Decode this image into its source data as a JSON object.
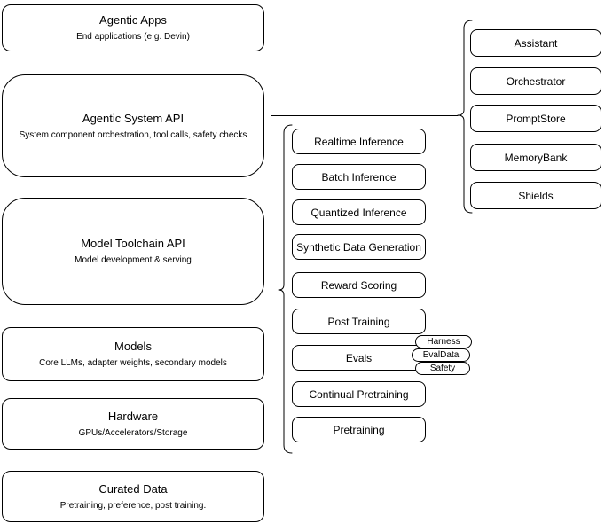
{
  "colors": {
    "stroke": "#000000",
    "background": "#ffffff",
    "text": "#000000"
  },
  "left_column": {
    "boxes": [
      {
        "title": "Agentic Apps",
        "subtitle": "End applications (e.g. Devin)"
      },
      {
        "title": "Agentic System API",
        "subtitle": "System component orchestration, tool calls, safety checks"
      },
      {
        "title": "Model Toolchain API",
        "subtitle": "Model development & serving"
      },
      {
        "title": "Models",
        "subtitle": "Core LLMs, adapter weights, secondary models"
      },
      {
        "title": "Hardware",
        "subtitle": "GPUs/Accelerators/Storage"
      },
      {
        "title": "Curated Data",
        "subtitle": "Pretraining, preference, post training."
      }
    ]
  },
  "toolchain_services": {
    "boxes": [
      "Realtime Inference",
      "Batch Inference",
      "Quantized Inference",
      "Synthetic Data Generation",
      "Reward Scoring",
      "Post Training",
      "Evals",
      "Continual Pretraining",
      "Pretraining"
    ]
  },
  "evals_tags": [
    "Harness",
    "EvalData",
    "Safety"
  ],
  "system_components": {
    "boxes": [
      "Assistant",
      "Orchestrator",
      "PromptStore",
      "MemoryBank",
      "Shields"
    ]
  }
}
